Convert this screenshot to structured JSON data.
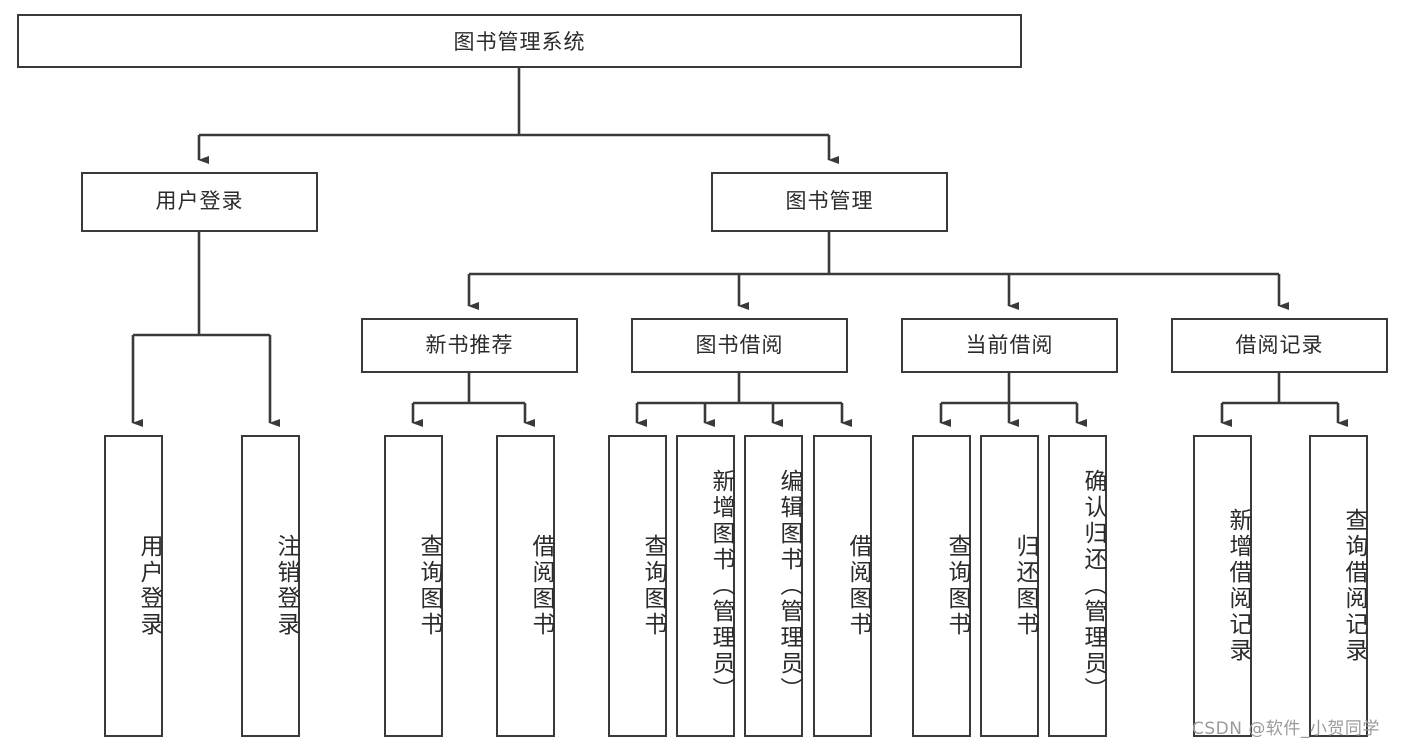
{
  "diagram": {
    "type": "hierarchy-tree",
    "title": "图书管理系统",
    "root": {
      "label": "图书管理系统"
    },
    "level2": [
      {
        "label": "用户登录"
      },
      {
        "label": "图书管理"
      }
    ],
    "level3": [
      {
        "label": "新书推荐"
      },
      {
        "label": "图书借阅"
      },
      {
        "label": "当前借阅"
      },
      {
        "label": "借阅记录"
      }
    ],
    "leaves": {
      "user_login": [
        {
          "label": "用户登录"
        },
        {
          "label": "注销登录"
        }
      ],
      "new_book_recommend": [
        {
          "label": "查询图书"
        },
        {
          "label": "借阅图书"
        }
      ],
      "book_borrow": [
        {
          "label": "查询图书"
        },
        {
          "label": "新增图书（管理员）"
        },
        {
          "label": "编辑图书（管理员）"
        },
        {
          "label": "借阅图书"
        }
      ],
      "current_borrow": [
        {
          "label": "查询图书"
        },
        {
          "label": "归还图书"
        },
        {
          "label": "确认归还（管理员）"
        }
      ],
      "borrow_record": [
        {
          "label": "新增借阅记录"
        },
        {
          "label": "查询借阅记录"
        }
      ]
    }
  },
  "watermark": {
    "text": "CSDN @软件_小贺同学"
  },
  "colors": {
    "stroke": "#3a3a3a",
    "text": "#2b2b2b",
    "background": "#ffffff",
    "watermark": "#9b9b9b"
  }
}
